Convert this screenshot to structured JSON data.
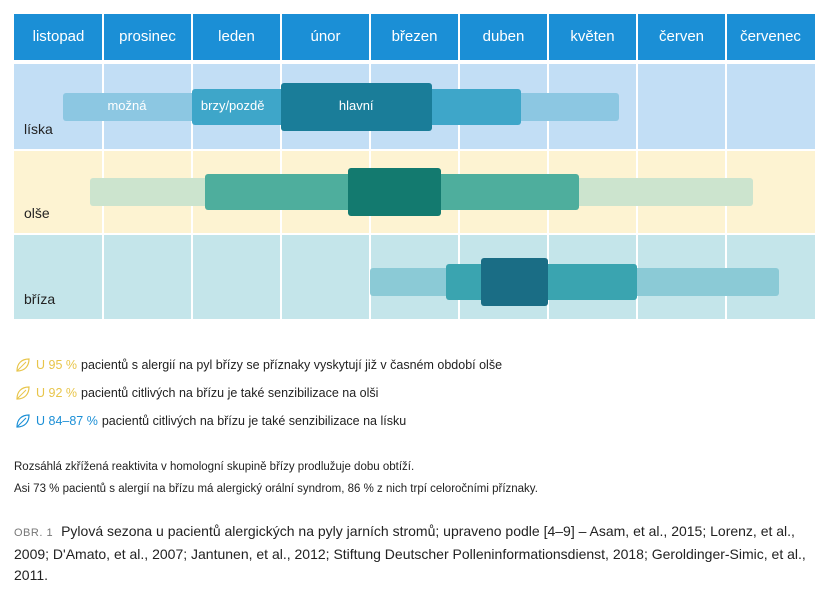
{
  "chart_data": {
    "type": "gantt",
    "months": [
      "listopad",
      "prosinec",
      "leden",
      "únor",
      "březen",
      "duben",
      "květen",
      "červen",
      "červenec"
    ],
    "rows": [
      {
        "name": "líska",
        "bg_color": "#c2def5",
        "periods": [
          {
            "label": "možná",
            "start": 0.55,
            "end": 6.8,
            "color": "#8cc7e2",
            "level": "possible"
          },
          {
            "label": "brzy/pozdě",
            "start": 2.0,
            "end": 5.7,
            "color": "#3ea6c9",
            "level": "early_late"
          },
          {
            "label": "hlavní",
            "start": 3.0,
            "end": 4.7,
            "color": "#1a7d99",
            "level": "main"
          }
        ]
      },
      {
        "name": "olše",
        "bg_color": "#fdf3d2",
        "periods": [
          {
            "label": "",
            "start": 0.85,
            "end": 8.3,
            "color": "#cce4ce",
            "level": "possible"
          },
          {
            "label": "",
            "start": 2.15,
            "end": 6.35,
            "color": "#4eae9d",
            "level": "early_late"
          },
          {
            "label": "",
            "start": 3.75,
            "end": 4.8,
            "color": "#137a6f",
            "level": "main"
          }
        ]
      },
      {
        "name": "bříza",
        "bg_color": "#c4e5ea",
        "periods": [
          {
            "label": "",
            "start": 4.0,
            "end": 8.6,
            "color": "#8bcad6",
            "level": "possible"
          },
          {
            "label": "",
            "start": 4.85,
            "end": 7.0,
            "color": "#3aa4b0",
            "level": "early_late"
          },
          {
            "label": "",
            "start": 5.25,
            "end": 6.0,
            "color": "#1a6d85",
            "level": "main"
          }
        ]
      }
    ]
  },
  "stats": [
    {
      "pct": "U 95 %",
      "text": "pacientů s alergií na pyl břízy se příznaky vyskytují již v časném období olše",
      "color": "#e8c54a",
      "icon": "leaf-icon-yellow"
    },
    {
      "pct": "U 92 %",
      "text": "pacientů citlivých na břízu je také senzibilizace na olši",
      "color": "#e8c54a",
      "icon": "leaf-icon-yellow"
    },
    {
      "pct": "U 84–87 %",
      "text": "pacientů citlivých na břízu je také senzibilizace na lísku",
      "color": "#1b8fd6",
      "icon": "leaf-icon-blue"
    }
  ],
  "notes": [
    "Rozsáhlá zkřížená reaktivita v homologní skupině břízy prodlužuje dobu obtíží.",
    "Asi 73 % pacientů s alergií na břízu má alergický orální syndrom, 86 % z nich trpí celoročními příznaky."
  ],
  "caption": {
    "fig": "OBR. 1",
    "text": "Pylová sezona u pacientů alergických na pyly jarních stromů; upraveno podle [4–9] – Asam, et al., 2015; Lorenz, et al., 2009; D'Amato, et al., 2007; Jantunen, et al., 2012; Stiftung Deutscher Polleninformationsdienst, 2018; Geroldinger-Simic, et al., 2011."
  },
  "colors": {
    "header": "#1b8fd6",
    "grid": "#ffffff"
  }
}
